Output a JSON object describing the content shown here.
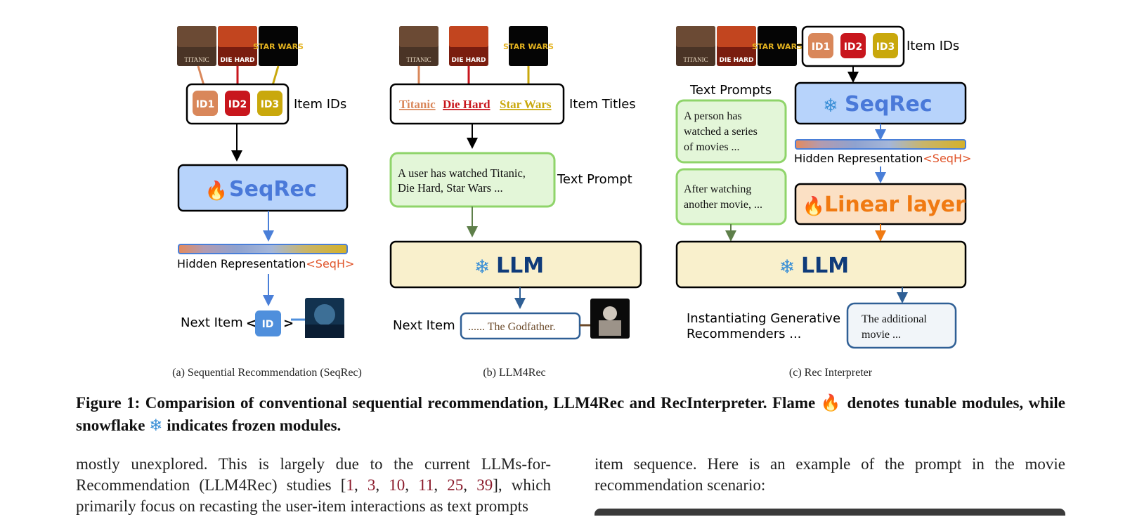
{
  "panel_a": {
    "item_ids_label": "Item IDs",
    "id_badges": [
      "ID1",
      "ID2",
      "ID3"
    ],
    "posters": [
      "TITANIC",
      "DIE HARD",
      "STAR WARS"
    ],
    "model_name": "SeqRec",
    "hidden_label": "Hidden Representation",
    "hidden_token": "<SeqH>",
    "next_item_label": "Next Item",
    "next_id": "ID",
    "caption": "(a)  Sequential Recommendation (SeqRec)"
  },
  "panel_b": {
    "titles": [
      "Titanic",
      "Die Hard",
      "Star Wars"
    ],
    "item_titles_label": "Item Titles",
    "posters": [
      "TITANIC",
      "DIE HARD",
      "STAR WARS"
    ],
    "prompt_line1": "A user has watched Titanic,",
    "prompt_line2": "Die Hard, Star Wars ...",
    "text_prompt_label": "Text Prompt",
    "llm_label": "LLM",
    "next_item_label": "Next Item",
    "next_output": "...... The Godfather.",
    "caption": "(b)  LLM4Rec"
  },
  "panel_c": {
    "id_badges": [
      "ID1",
      "ID2",
      "ID3"
    ],
    "item_ids_label": "Item IDs",
    "posters": [
      "TITANIC",
      "DIE HARD",
      "STAR WARS"
    ],
    "text_prompts_label": "Text Prompts",
    "prompt1": [
      "A person has",
      "watched a series",
      "of movies ..."
    ],
    "prompt2": [
      "After watching",
      "another movie, ..."
    ],
    "model_name": "SeqRec",
    "hidden_label": "Hidden Representation",
    "hidden_token": "<SeqH>",
    "linear_label": "Linear layer",
    "llm_label": "LLM",
    "instantiating_line1": "Instantiating Generative",
    "instantiating_line2": "Recommenders ...",
    "output": [
      "The additional",
      "movie ..."
    ],
    "caption": "(c)  Rec Interpreter"
  },
  "figure_caption": {
    "part1": "Figure 1: Comparision of conventional sequential recommendation, LLM4Rec and RecInterpreter. Flame ",
    "part2": " denotes tunable modules, while snowflake ",
    "part3": " indicates frozen modules."
  },
  "body_left": {
    "text1": "mostly unexplored. This is largely due to the current LLMs-for-Recommendation (LLM4Rec) studies [",
    "cites": [
      "1",
      "3",
      "10",
      "11",
      "25",
      "39"
    ],
    "text2": "], which primarily focus on recasting the user-item interactions as text prompts"
  },
  "body_right": {
    "text": "item sequence. Here is an example of the prompt in the movie recommendation scenario:"
  },
  "colors": {
    "id1": "#d9875a",
    "id2": "#c8161d",
    "id3": "#c9a80c",
    "seqrec_fill": "#b7d3fb",
    "seqrec_text": "#4a79d9",
    "llm_fill": "#f9f0cc",
    "llm_text": "#0f3b7a",
    "prompt_fill": "#e3f6d8",
    "prompt_border": "#8fd46a",
    "linear_fill": "#fbe0c4",
    "linear_text": "#f07a12",
    "token": "#e0552b",
    "cite": "#8b1a2b"
  }
}
